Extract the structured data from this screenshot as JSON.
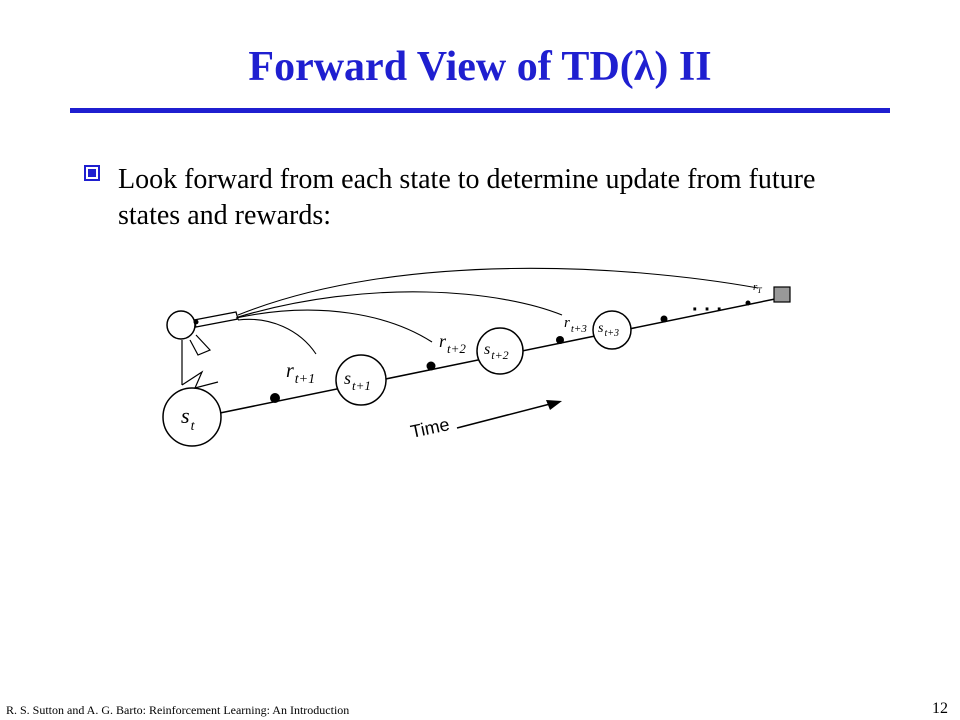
{
  "slide": {
    "title": "Forward View of TD(λ) II",
    "bullets": [
      "Look forward from each state to determine update from future states and rewards:"
    ]
  },
  "diagram": {
    "state_t": {
      "base": "s",
      "sub": "t"
    },
    "reward_1": {
      "base": "r",
      "sub": "t+1"
    },
    "state_1": {
      "base": "s",
      "sub": "t+1"
    },
    "reward_2": {
      "base": "r",
      "sub": "t+2"
    },
    "state_2": {
      "base": "s",
      "sub": "t+2"
    },
    "reward_3": {
      "base": "r",
      "sub": "t+3"
    },
    "state_3": {
      "base": "s",
      "sub": "t+3"
    },
    "reward_T": {
      "base": "r",
      "sub": "T"
    },
    "ellipsis": "· · ·",
    "time_label": "Time"
  },
  "footer": {
    "citation": "R. S. Sutton and A. G. Barto: Reinforcement Learning: An Introduction",
    "page_number": "12"
  },
  "colors": {
    "accent": "#1f1fd0",
    "terminal": "#999999"
  }
}
